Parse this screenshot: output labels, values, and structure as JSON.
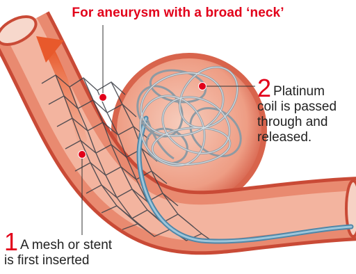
{
  "title": "For aneurysm with a broad ‘neck’",
  "callouts": [
    {
      "number": "1",
      "line1": "A mesh or stent",
      "line2": "is first inserted"
    },
    {
      "number": "2",
      "line1": "Platinum",
      "line2": "coil is passed",
      "line3": "through and",
      "line4": "released."
    }
  ],
  "colors": {
    "accent": "#e2001a",
    "vessel_wall": "#e2735a",
    "vessel_inner": "#f2b3a0",
    "coil": "#a8b4bd",
    "catheter": "#6fa6c4",
    "arrow": "#e8592b"
  }
}
